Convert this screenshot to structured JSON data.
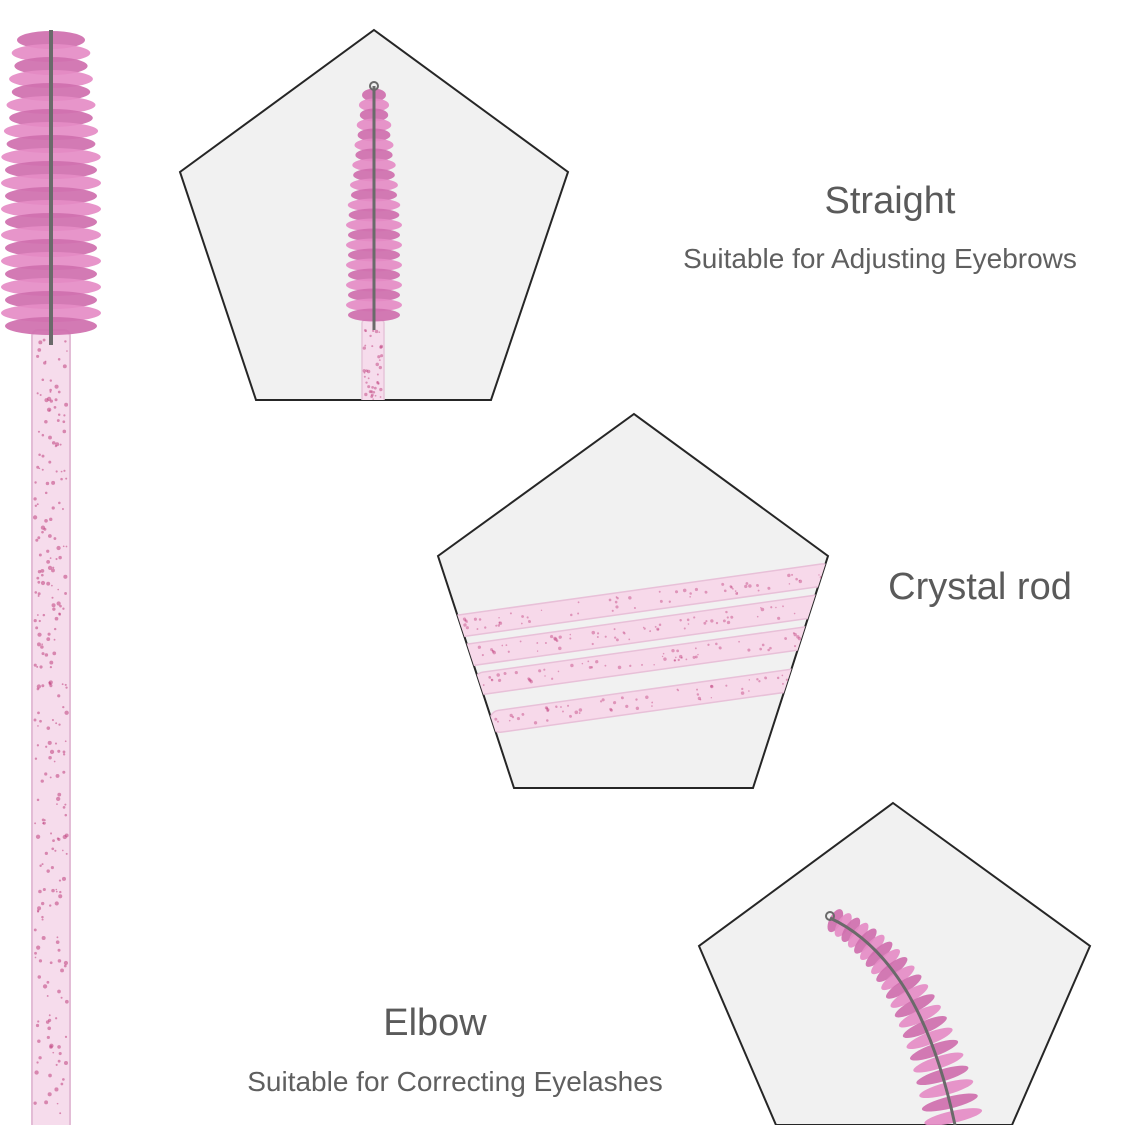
{
  "panels": [
    {
      "id": "straight",
      "title": "Straight",
      "subtitle": "Suitable for Adjusting Eyebrows",
      "icon": "straight-brush-icon"
    },
    {
      "id": "crystal-rod",
      "title": "Crystal rod",
      "icon": "crystal-rods-icon"
    },
    {
      "id": "elbow",
      "title": "Elbow",
      "subtitle": "Suitable for Correcting Eyelashes",
      "icon": "bent-brush-icon"
    }
  ],
  "colors": {
    "bristle": "#e58cc6",
    "bristle_dark": "#cf6fae",
    "wire": "#6a6a6a",
    "rod": "#f6dcec",
    "glitter": "#c0407e",
    "pentagon_fill": "#f1f1f1",
    "pentagon_stroke": "#262626",
    "text": "#5a5a5a"
  }
}
